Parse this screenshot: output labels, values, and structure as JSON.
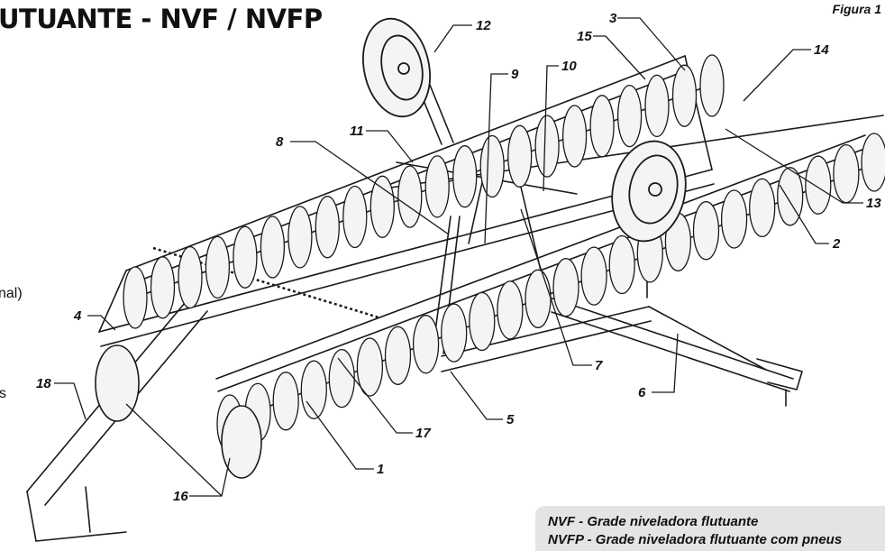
{
  "page": {
    "title": "UTUANTE - NVF / NVFP",
    "figure_label": "Figura 1",
    "left_fragments": [
      "nal)",
      "s"
    ]
  },
  "callouts": [
    "1",
    "2",
    "3",
    "4",
    "5",
    "6",
    "7",
    "8",
    "9",
    "10",
    "11",
    "12",
    "13",
    "14",
    "15",
    "16",
    "17",
    "18"
  ],
  "legend": [
    "NVF - Grade niveladora flutuante",
    "NVFP - Grade niveladora flutuante com pneus"
  ],
  "colors": {
    "line": "#1a1a1a",
    "disc_fill": "#f4f4f4",
    "legend_bg": "#e4e4e4"
  }
}
